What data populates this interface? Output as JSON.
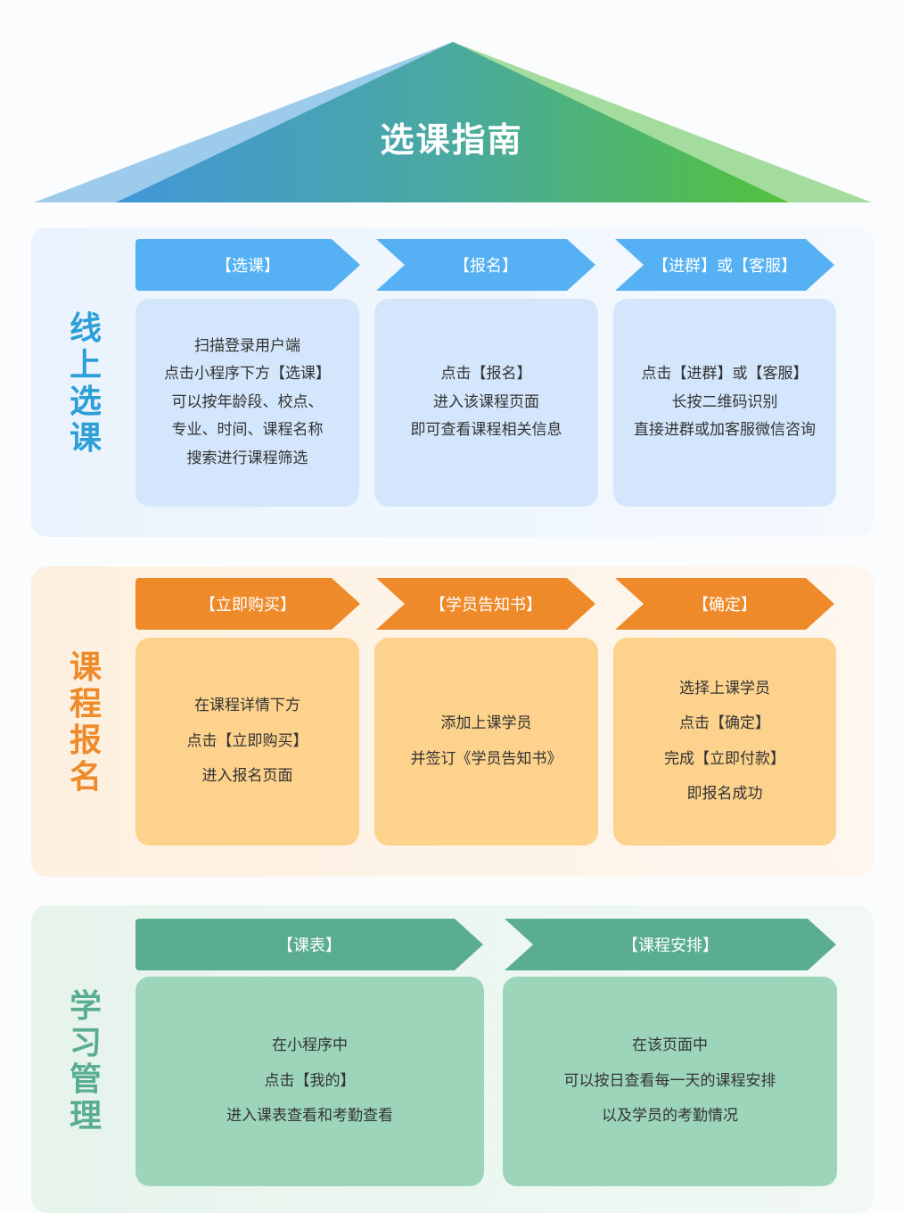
{
  "title": "选课指南",
  "colors": {
    "blue": "#55b1f3",
    "blue_card": "#d3e6fb",
    "orange": "#ee8a2a",
    "orange_card": "#fdd28c",
    "teal": "#5aad93",
    "teal_card": "#9dd5bb"
  },
  "sections": [
    {
      "label": "线上选课",
      "steps": [
        {
          "header": "【选课】",
          "lines": [
            "扫描登录用户端",
            "点击小程序下方【选课】",
            "可以按年龄段、校点、",
            "专业、时间、课程名称",
            "搜索进行课程筛选"
          ]
        },
        {
          "header": "【报名】",
          "lines": [
            "点击【报名】",
            "进入该课程页面",
            "即可查看课程相关信息"
          ]
        },
        {
          "header": "【进群】或【客服】",
          "lines": [
            "点击【进群】或【客服】",
            "长按二维码识别",
            "直接进群或加客服微信咨询"
          ]
        }
      ]
    },
    {
      "label": "课程报名",
      "steps": [
        {
          "header": "【立即购买】",
          "lines": [
            "在课程详情下方",
            "点击【立即购买】",
            "进入报名页面"
          ]
        },
        {
          "header": "【学员告知书】",
          "lines": [
            "添加上课学员",
            "并签订《学员告知书》"
          ]
        },
        {
          "header": "【确定】",
          "lines": [
            "选择上课学员",
            "点击【确定】",
            "完成【立即付款】",
            "即报名成功"
          ]
        }
      ]
    },
    {
      "label": "学习管理",
      "steps": [
        {
          "header": "【课表】",
          "lines": [
            "在小程序中",
            "点击【我的】",
            "进入课表查看和考勤查看"
          ]
        },
        {
          "header": "【课程安排】",
          "lines": [
            "在该页面中",
            "可以按日查看每一天的课程安排",
            "以及学员的考勤情况"
          ]
        }
      ]
    }
  ]
}
